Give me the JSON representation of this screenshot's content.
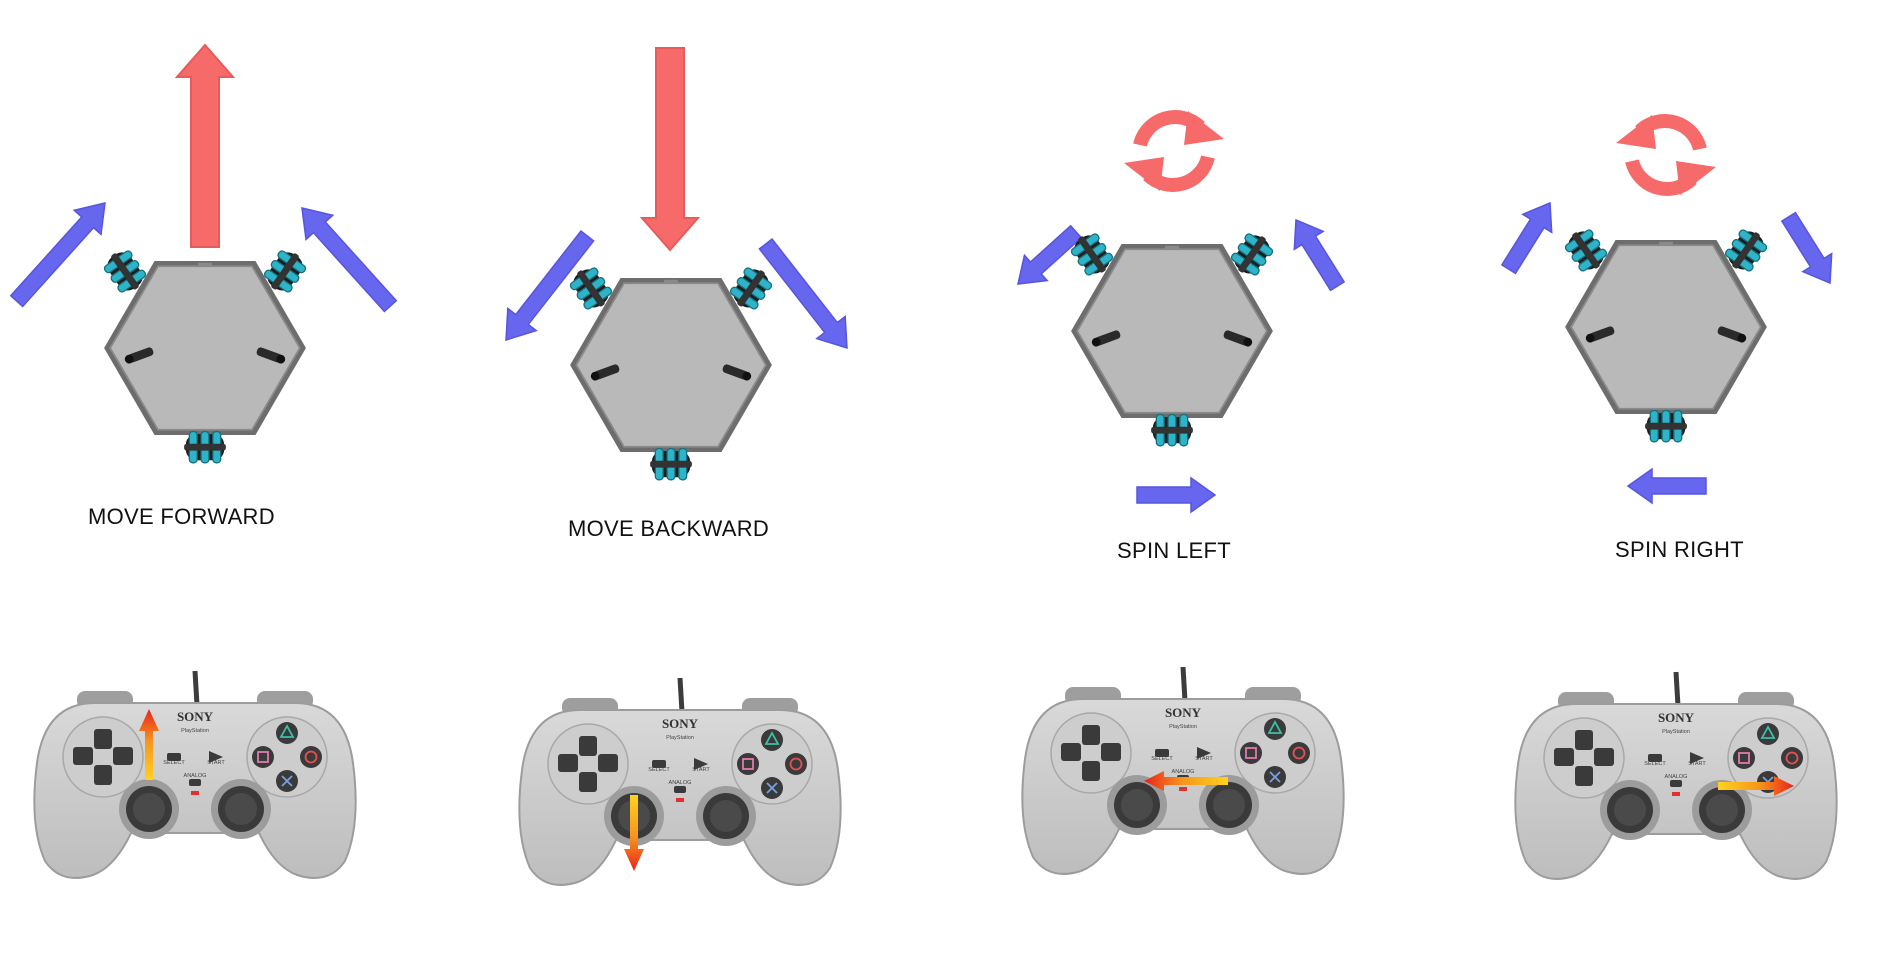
{
  "captions": {
    "forward": "MOVE FORWARD",
    "backward": "MOVE BACKWARD",
    "spin_left": "SPIN LEFT",
    "spin_right": "SPIN RIGHT"
  },
  "controller": {
    "brand": "SONY",
    "select": "SELECT",
    "start": "START",
    "analog": "ANALOG",
    "logo": "PlayStation"
  },
  "colors": {
    "motion_arrow": "#f66a6a",
    "wheel_arrow": "#6666ee",
    "plate": "#b9b9b9",
    "wheel": "#2fb3c8",
    "stick_arrow_start": "#ffd21f",
    "stick_arrow_end": "#e8231b"
  }
}
